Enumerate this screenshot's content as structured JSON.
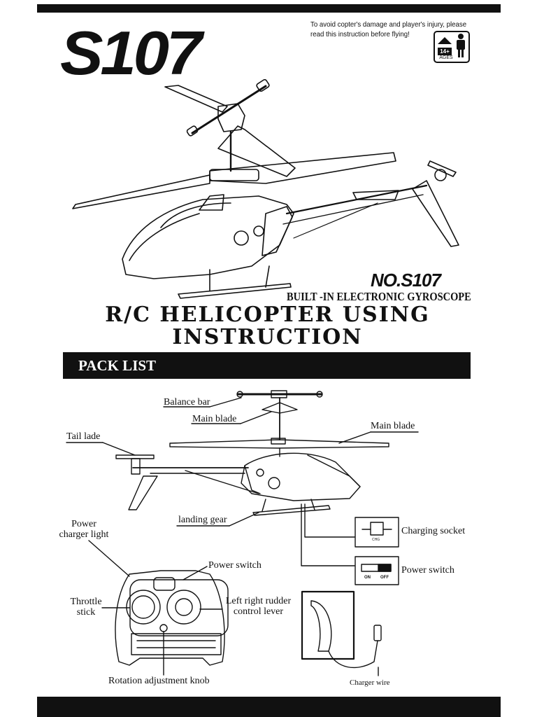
{
  "header": {
    "logo_text": "S107",
    "warning_line1": "To avoid copter's damage and player's injury, please",
    "warning_line2": "read this instruction before flying!",
    "age_badge": "14+",
    "age_label": "AGES"
  },
  "product": {
    "model_number": "NO.S107",
    "feature": "BUILT -IN ELECTRONIC GYROSCOPE",
    "title_line1": "R/C HELICOPTER USING",
    "title_line2": "INSTRUCTION"
  },
  "pack_list": {
    "heading": "PACK LIST",
    "labels": {
      "balance_bar": "Balance bar",
      "main_blade_left": "Main blade",
      "main_blade_right": "Main blade",
      "tail_lade": "Tail lade",
      "landing_gear": "landing gear",
      "power_charger_light_1": "Power",
      "power_charger_light_2": "charger light",
      "power_switch_remote": "Power switch",
      "throttle_stick_1": "Throttle",
      "throttle_stick_2": "stick",
      "rudder_lever_1": "Left right rudder",
      "rudder_lever_2": "control lever",
      "rotation_knob": "Rotation adjustment knob",
      "charging_socket": "Charging socket",
      "power_switch_heli": "Power switch",
      "charger_wire": "Charger wire",
      "socket_chg": "CHG",
      "switch_on": "ON",
      "switch_off": "OFF"
    }
  },
  "icons": [
    "age-14-plus-icon",
    "helicopter-illustration",
    "remote-controller-illustration",
    "charger-cable-illustration"
  ]
}
